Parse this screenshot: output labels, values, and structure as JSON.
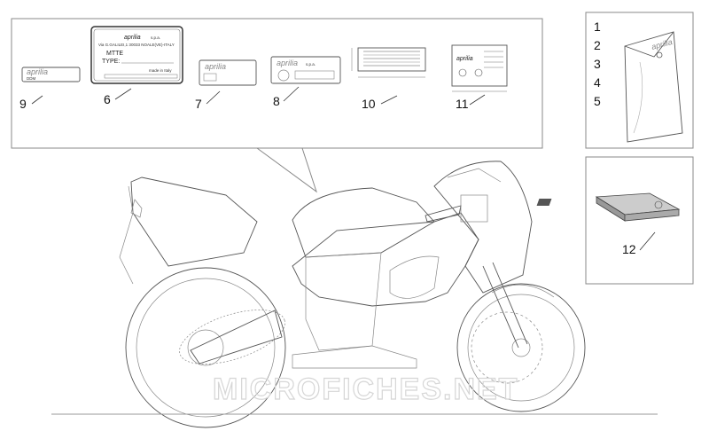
{
  "callouts": {
    "c1": "1",
    "c2": "2",
    "c3": "3",
    "c4": "4",
    "c5": "5",
    "c6": "6",
    "c7": "7",
    "c8": "8",
    "c9": "9",
    "c10": "10",
    "c11": "11",
    "c12": "12"
  },
  "decals": {
    "d9_brand": "aprilia",
    "d9_sub": "DDM",
    "d6_brand": "aprilia",
    "d6_spa": "s.p.a.",
    "d6_address": "Via G.GALILEI,1 30033 NOALE(VE)-ITALY",
    "d6_mtte": "MTTE",
    "d6_type": "TYPE:",
    "d6_made": "made in Italy",
    "d7_brand": "aprilia",
    "d8_brand": "aprilia",
    "d8_spa": "s.p.a.",
    "d11_brand": "aprilia",
    "pouch_brand": "aprilia"
  },
  "watermark": "MICROFICHES.NET"
}
